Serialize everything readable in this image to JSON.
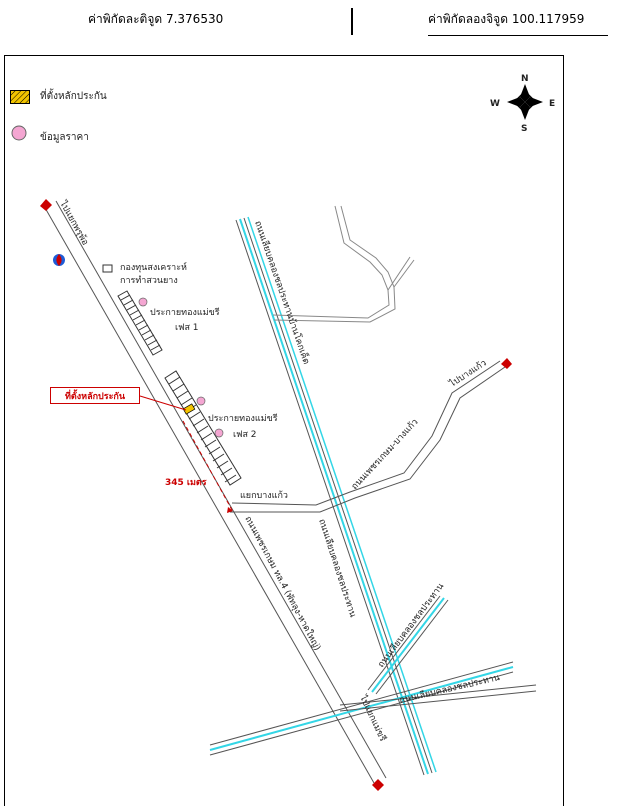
{
  "header": {
    "lat_text": "ค่าพิกัดละติจูด 7.376530",
    "lon_text": "ค่าพิกัดลองจิจูด 100.117959"
  },
  "legend": {
    "collateral_label": "ที่ตั้งหลักประกัน",
    "price_label": "ข้อมูลราคา"
  },
  "compass": {
    "n": "N",
    "s": "S",
    "e": "E",
    "w": "W"
  },
  "labels": {
    "to_phatthalung": "ไปแยกพรุพ้อ",
    "rubber_fund": "กองทุนสงเคราะห์",
    "rubber_fund_2": "การทำสวนยาง",
    "village1": "ประกายทองแม่ขรี",
    "phase1": "เฟส 1",
    "village2": "ประกายทองแม่ขรี",
    "phase2": "เฟส 2",
    "collateral_callout": "ที่ตั้งหลักประกัน",
    "distance": "345 เมตร",
    "bangkaew_junction": "แยกบางแก้ว",
    "road_canal_east": "ถนนเลียบคลองชลประทานบ้านโคกเค็ต",
    "road_phetkasem_bangkaew": "ถนนเพชรเกษม-บางแก้ว",
    "to_bangkaew": "ไปบางแก้ว",
    "highway4": "ถนนเพชรเกษม ทล.4 (พัทลุง-หาดใหญ่)",
    "road_canal_mid": "ถนนเลียบคลองชลประทาน",
    "road_canal_ne": "ถนนเลียบคลองชลประทาน",
    "road_canal_se": "ถนนเลียบคลองชลประทาน",
    "to_maekhri": "ไปแยกแม่ขรี"
  },
  "colors": {
    "road": "#555555",
    "canal": "#33d6e6",
    "collateral": "#f2c400",
    "price": "#f4a6d2",
    "red": "#cc0000"
  }
}
